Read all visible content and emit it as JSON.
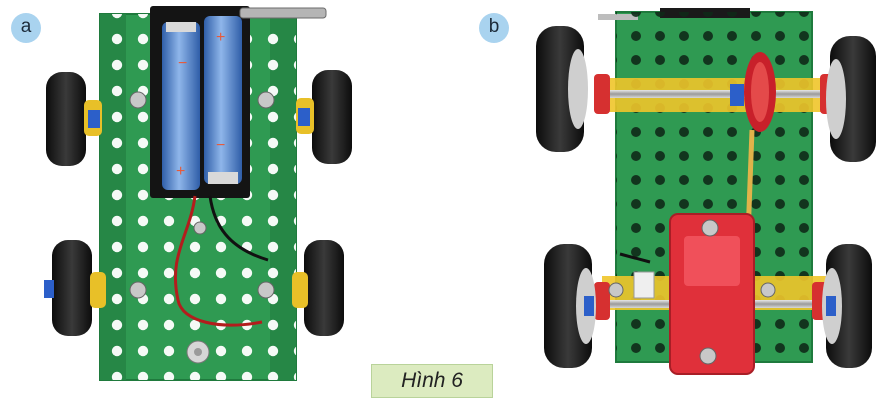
{
  "figure": {
    "caption": "Hình 6",
    "panels": [
      {
        "label": "a"
      },
      {
        "label": "b"
      }
    ],
    "battery_marks": {
      "plus": "+",
      "minus": "−"
    }
  },
  "colors": {
    "chassis": "#2f9a52",
    "chassis_dark": "#1f7a3d",
    "battery": "#4a7fc8",
    "tire": "#1a1a1a",
    "axle_yellow": "#f0c52a",
    "gearbox": "#e0303a",
    "pulley": "#c8202a"
  }
}
